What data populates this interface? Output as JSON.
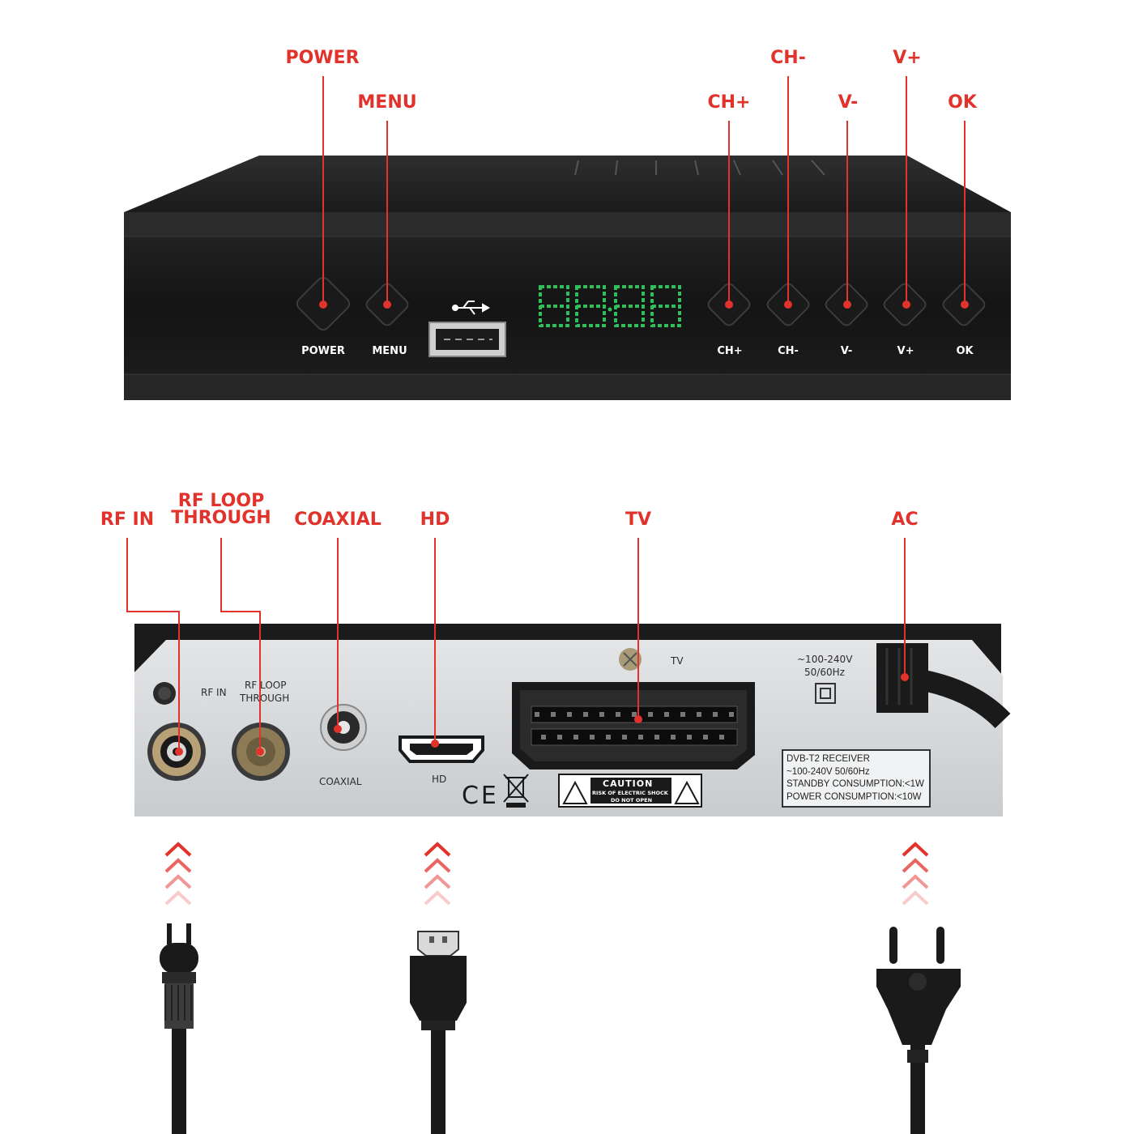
{
  "front_panel": {
    "callouts": {
      "power": "POWER",
      "menu": "MENU",
      "ch_plus": "CH+",
      "ch_minus": "CH-",
      "v_minus": "V-",
      "v_plus": "V+",
      "ok": "OK"
    },
    "button_labels": {
      "power": "POWER",
      "menu": "MENU",
      "ch_plus": "CH+",
      "ch_minus": "CH-",
      "v_minus": "V-",
      "v_plus": "V+",
      "ok": "OK"
    },
    "display": "8888"
  },
  "rear_panel": {
    "callouts": {
      "rf_in": "RF IN",
      "rf_loop_line1": "RF LOOP",
      "rf_loop_line2": "THROUGH",
      "coaxial": "COAXIAL",
      "hd": "HD",
      "tv": "TV",
      "ac": "AC"
    },
    "printed": {
      "rf_in": "RF IN",
      "rf_loop_line1": "RF LOOP",
      "rf_loop_line2": "THROUGH",
      "coaxial": "COAXIAL",
      "hd": "HD",
      "tv": "TV",
      "voltage_line1": "~100-240V",
      "voltage_line2": "50/60Hz",
      "ce": "CE",
      "caution_title": "CAUTION",
      "caution_line1": "RISK OF ELECTRIC SHOCK",
      "caution_line2": "DO NOT OPEN",
      "spec_line1": "DVB-T2 RECEIVER",
      "spec_line2": "~100-240V 50/60Hz",
      "spec_line3": "STANDBY CONSUMPTION:<1W",
      "spec_line4": "POWER CONSUMPTION:<10W"
    }
  },
  "colors": {
    "accent_red": "#e2322c",
    "device_body": "#1c1c1c",
    "display_green": "#2fbf5a",
    "rear_panel_metal": "#d9dbdd"
  }
}
